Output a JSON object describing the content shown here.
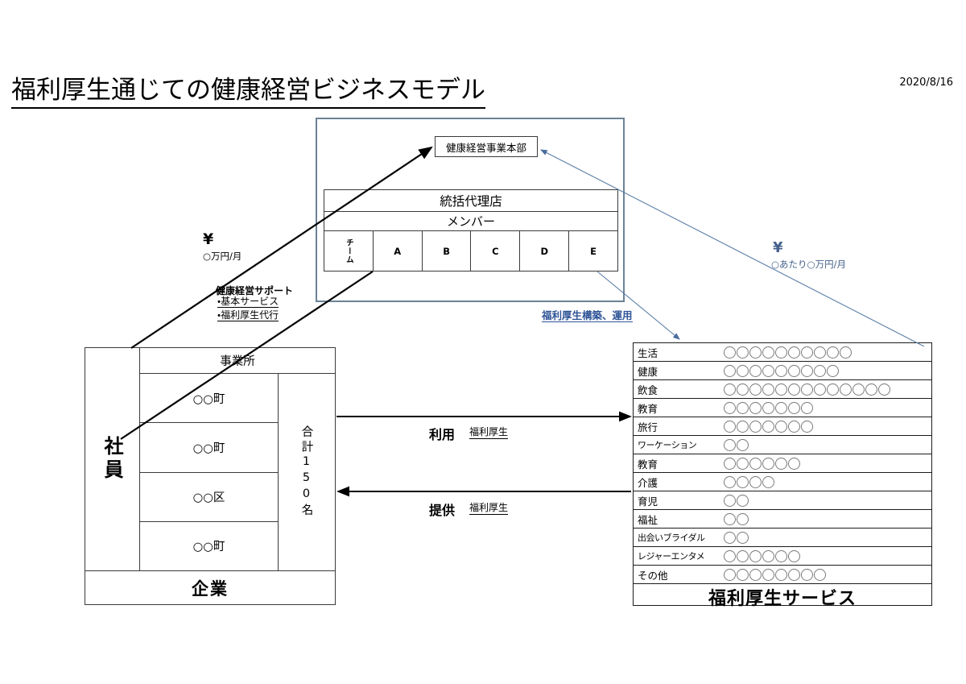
{
  "header": {
    "title": "福利厚生通じての健康経営ビジネスモデル",
    "date": "2020/8/16"
  },
  "hq": {
    "box_label": "健康経営事業本部"
  },
  "agency": {
    "head_label": "統括代理店",
    "sub_label": "メンバー",
    "teams": [
      "チーム",
      "A",
      "B",
      "C",
      "D",
      "E"
    ]
  },
  "left_flow": {
    "yen_symbol": "¥",
    "yen_amount": "○万円/月",
    "support_title": "健康経営サポート",
    "support_item1": "・基本サービス",
    "support_item2": "・福利厚生代行"
  },
  "right_flow": {
    "yen_symbol": "¥",
    "yen_amount": "○あたり○万円/月",
    "welfare_build_label": "福利厚生構築、運用"
  },
  "company": {
    "employee_label": "社員",
    "office_head": "事業所",
    "offices": [
      "○○町",
      "○○町",
      "○○区",
      "○○町"
    ],
    "total_label": "合計150名",
    "footer_label": "企業"
  },
  "middle_flow": {
    "use_label": "利用",
    "use_sub": "福利厚生",
    "provide_label": "提供",
    "provide_sub": "福利厚生"
  },
  "services": {
    "footer_label": "福利厚生サービス",
    "rows": [
      {
        "label": "生活",
        "count": 10
      },
      {
        "label": "健康",
        "count": 9
      },
      {
        "label": "飲食",
        "count": 13
      },
      {
        "label": "教育",
        "count": 7
      },
      {
        "label": "旅行",
        "count": 7
      },
      {
        "label": "ワーケーション",
        "count": 2
      },
      {
        "label": "教育",
        "count": 6
      },
      {
        "label": "介護",
        "count": 4
      },
      {
        "label": "育児",
        "count": 2
      },
      {
        "label": "福祉",
        "count": 2
      },
      {
        "label": "出会いブライダル",
        "count": 2
      },
      {
        "label": "レジャーエンタメ",
        "count": 6
      },
      {
        "label": "その他",
        "count": 8
      }
    ]
  },
  "colors": {
    "container_border": "#6b8296",
    "blue_text": "#2f5597",
    "blue_arrow": "#5b7ea8",
    "black_line": "#000000"
  }
}
